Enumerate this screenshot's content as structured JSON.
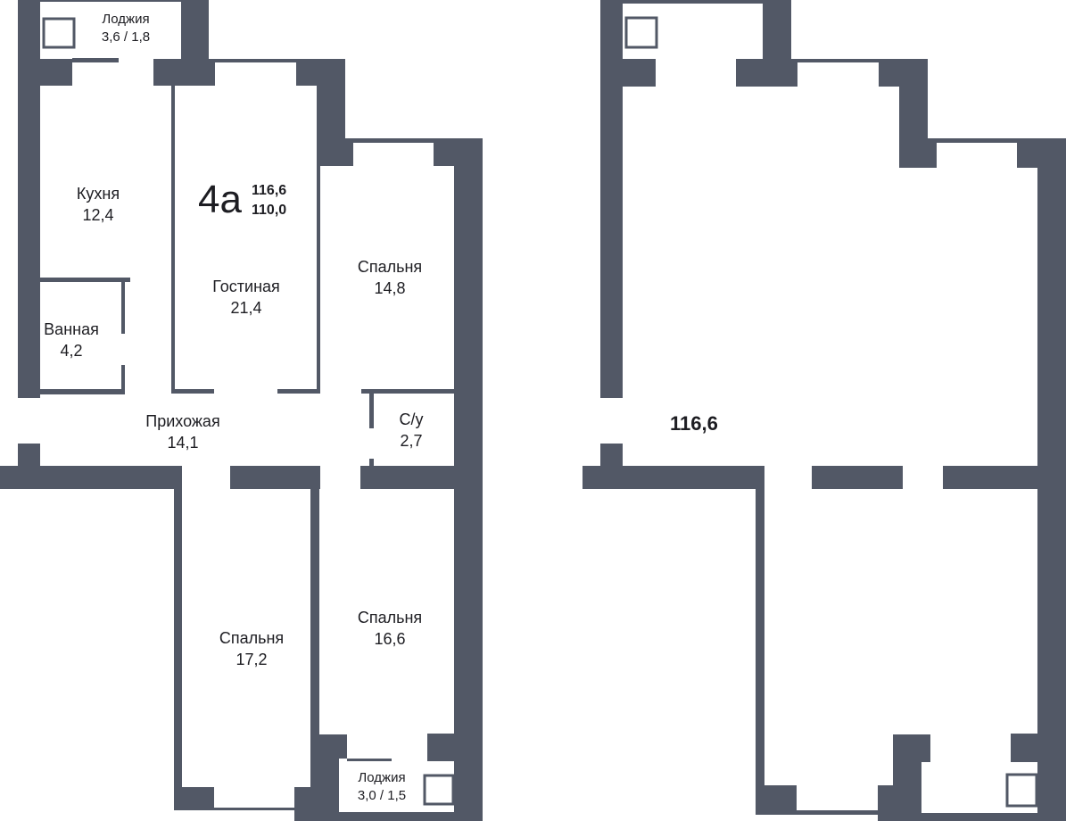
{
  "plan": {
    "apartment_type": "4а",
    "total_area": "116,6",
    "living_area": "110,0",
    "wall_color": "#525866",
    "rooms": [
      {
        "name": "Лоджия",
        "area": "3,6 / 1,8"
      },
      {
        "name": "Кухня",
        "area": "12,4"
      },
      {
        "name": "Гостиная",
        "area": "21,4"
      },
      {
        "name": "Спальня",
        "area": "14,8"
      },
      {
        "name": "Ванная",
        "area": "4,2"
      },
      {
        "name": "Прихожая",
        "area": "14,1"
      },
      {
        "name": "С/у",
        "area": "2,7"
      },
      {
        "name": "Спальня",
        "area": "17,2"
      },
      {
        "name": "Спальня",
        "area": "16,6"
      },
      {
        "name": "Лоджия",
        "area": "3,0 / 1,5"
      }
    ]
  },
  "open_plan": {
    "total_area": "116,6"
  }
}
